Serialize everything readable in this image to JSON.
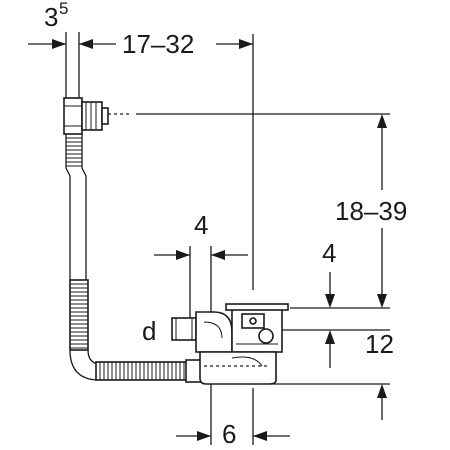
{
  "dimensions": {
    "top_left_base": "3",
    "top_left_sup": "5",
    "top_span": "17–32",
    "right_height": "18–39",
    "right_small": "4",
    "right_bottom": "12",
    "middle_width": "4",
    "bottom_width": "6",
    "diameter_label": "d"
  }
}
